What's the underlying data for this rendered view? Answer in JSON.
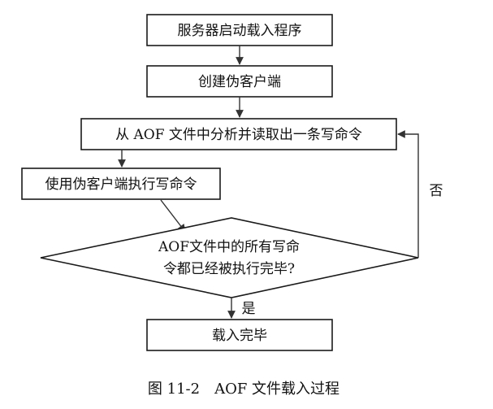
{
  "flowchart": {
    "nodes": {
      "start": "服务器启动载入程序",
      "create_client": "创建伪客户端",
      "read_command": "从 AOF 文件中分析并读取出一条写命令",
      "execute_command": "使用伪客户端执行写命令",
      "decision_line1": "AOF文件中的所有写命",
      "decision_line2": "令都已经被执行完毕?",
      "end": "载入完毕"
    },
    "edge_labels": {
      "no": "否",
      "yes": "是"
    }
  },
  "caption": "图 11-2　AOF 文件载入过程"
}
